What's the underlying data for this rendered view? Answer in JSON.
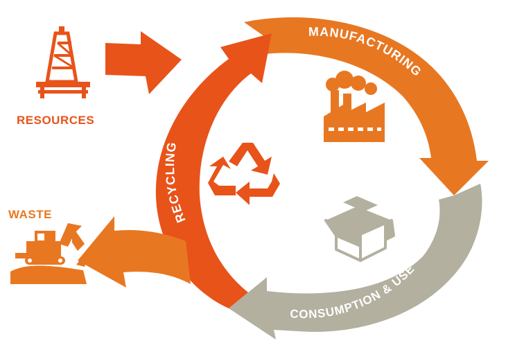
{
  "labels": {
    "manufacturing": "MANUFACTURING",
    "consumption": "CONSUMPTION & USE",
    "recycling": "RECYCLING",
    "resources": "RESOURCES",
    "waste": "WASTE"
  },
  "colors": {
    "manufacturing": "#e87722",
    "consumption": "#b3b09f",
    "recycling": "#e8531a",
    "resources_label": "#e8531a",
    "waste_label": "#e87722",
    "icon_orange": "#e87722",
    "icon_red": "#e8531a",
    "icon_gray": "#b3b09f"
  },
  "icons": {
    "oil_rig": "oil-rig-icon",
    "excavator": "excavator-icon",
    "factory": "factory-icon",
    "boxes": "boxes-icon",
    "recycle": "recycle-icon"
  }
}
